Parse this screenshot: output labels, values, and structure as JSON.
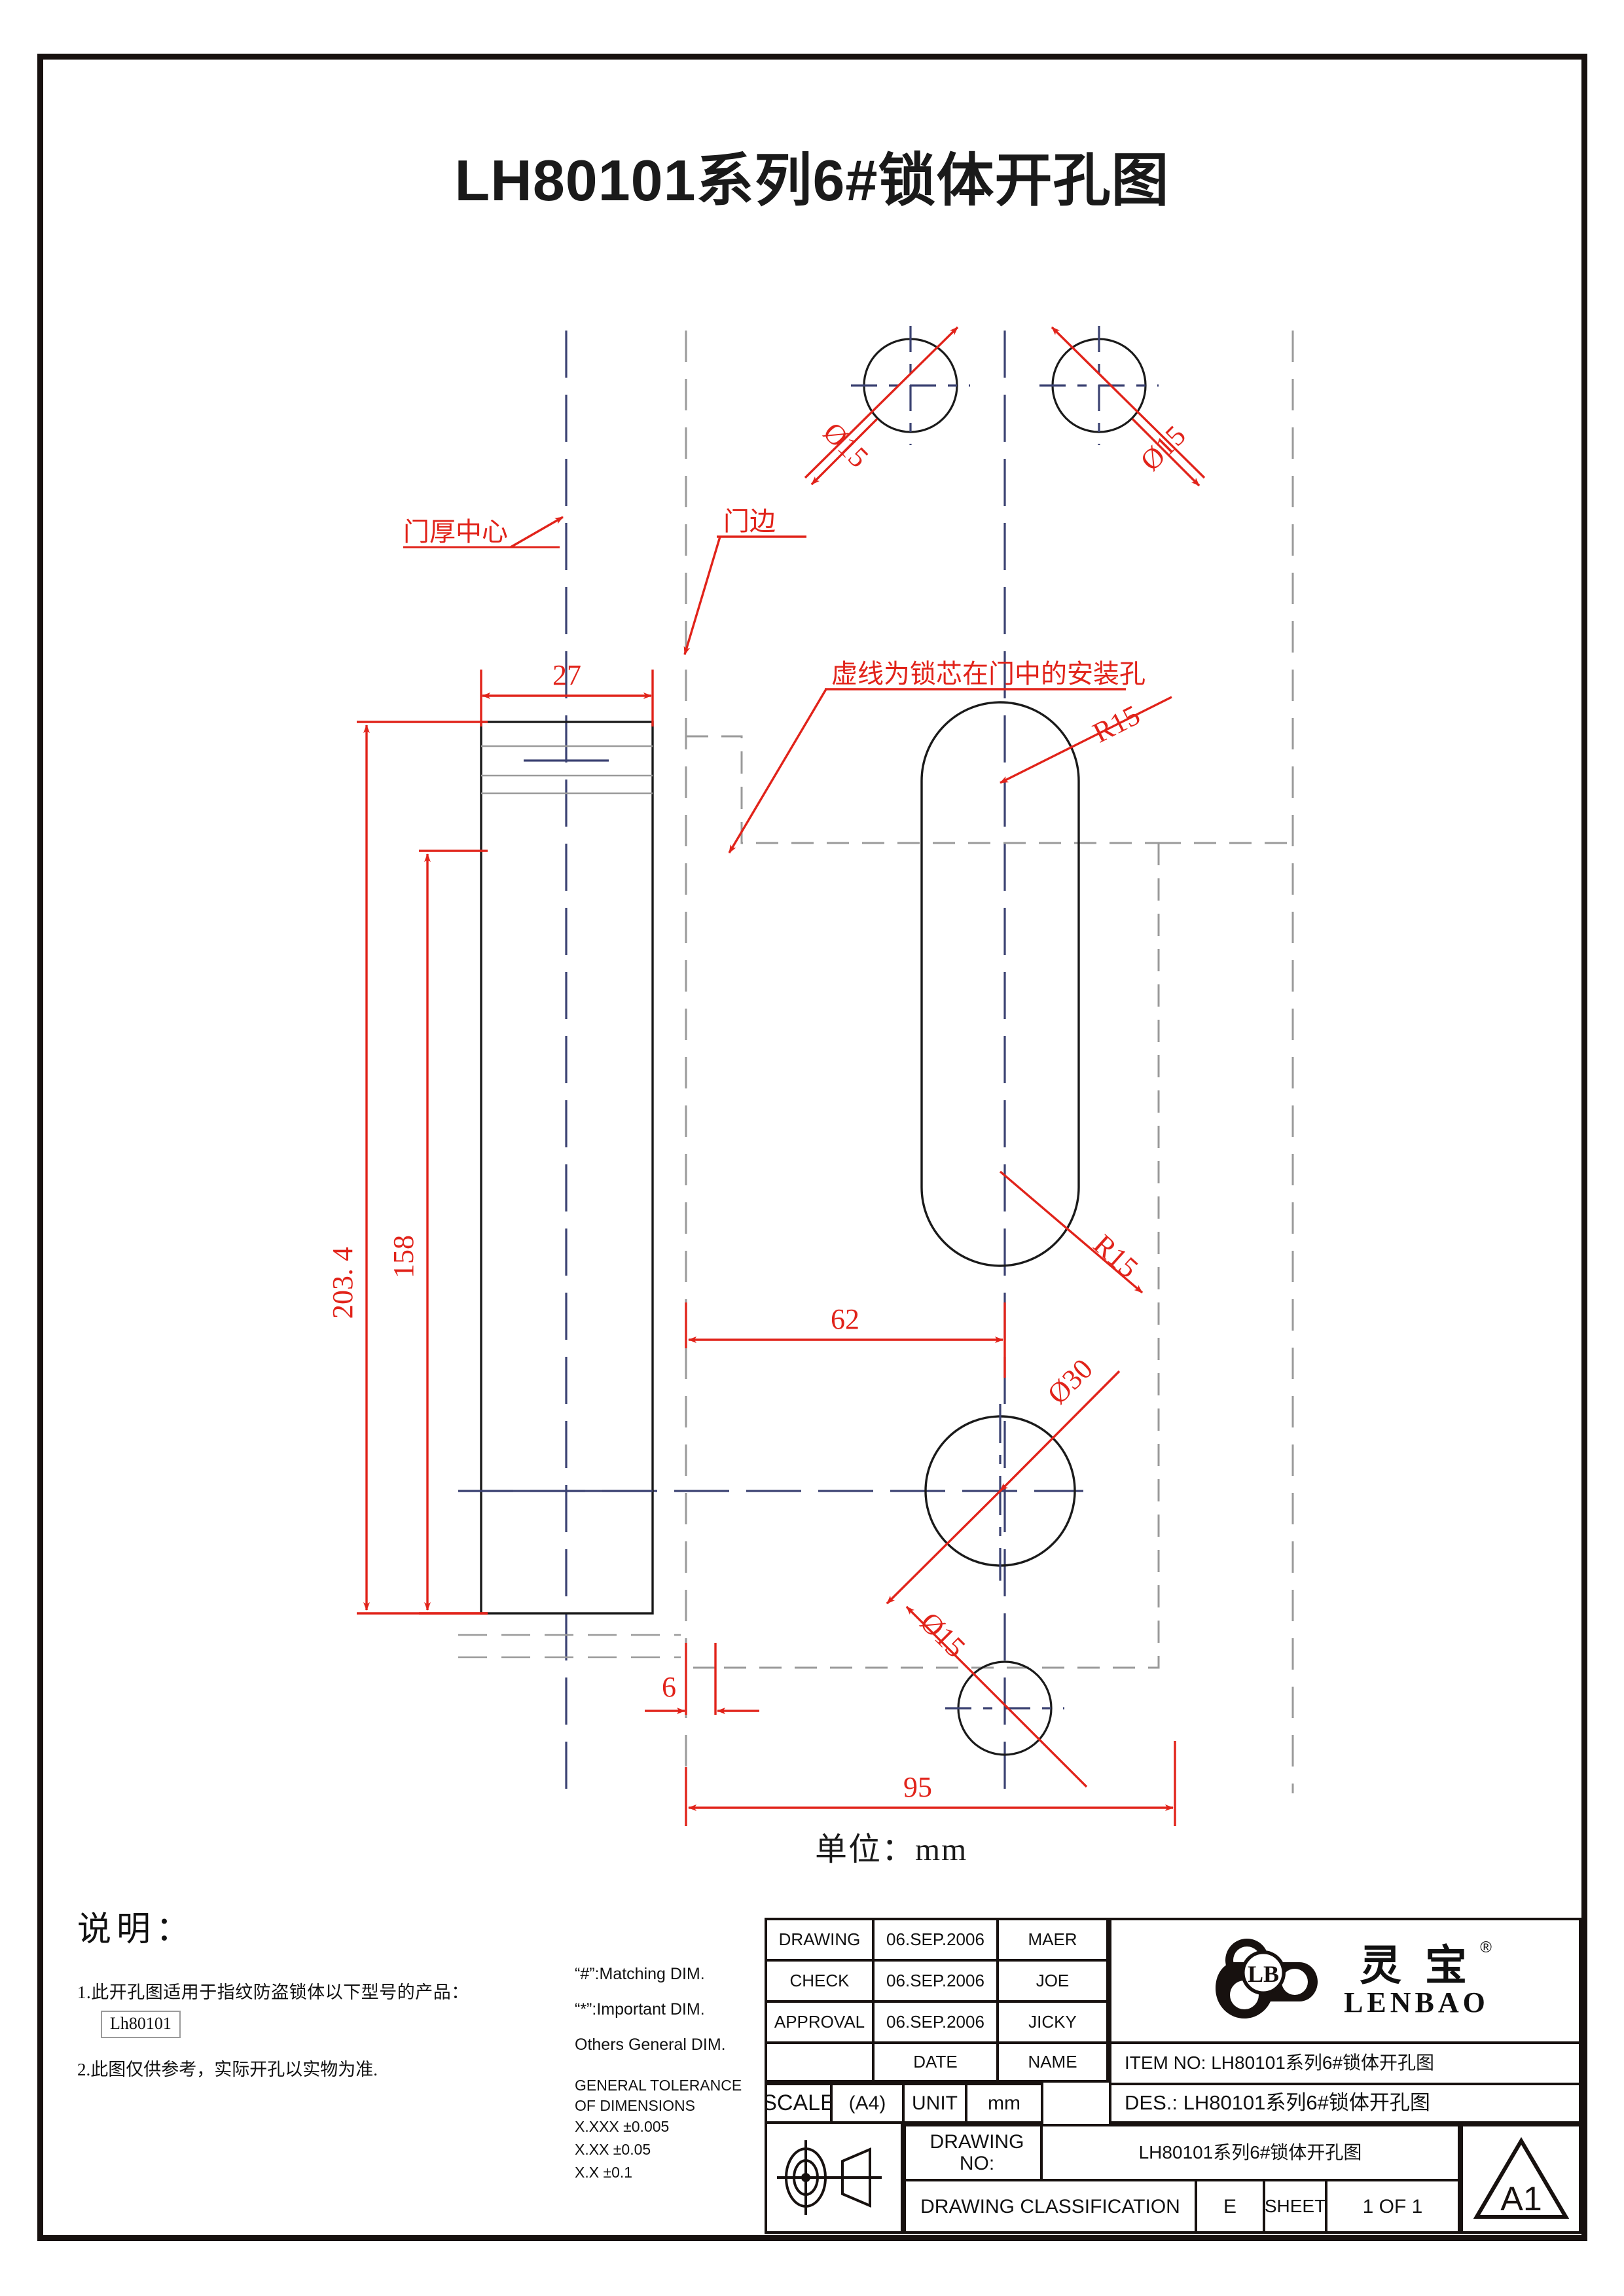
{
  "sheet": {
    "title": "LH80101系列6#锁体开孔图",
    "unit_note": "单位：mm"
  },
  "drawing": {
    "annotations": [
      {
        "name": "door-thickness-center",
        "text": "门厚中心"
      },
      {
        "name": "door-edge",
        "text": "门边"
      },
      {
        "name": "dashed-line-note",
        "text": "虚线为锁芯在门中的安装孔"
      }
    ],
    "dimensions": {
      "width_27": "27",
      "height_2034": "203. 4",
      "height_158": "158",
      "dist_62": "62",
      "dist_6": "6",
      "dist_95": "95",
      "hole_top_left": "Ø15",
      "hole_top_right": "Ø15",
      "hole_bottom": "Ø15",
      "hole_center": "Ø30",
      "radius_top": "R15",
      "radius_bottom": "R15"
    },
    "colors": {
      "dimension": "#e1231a",
      "outline": "#1a1a1a",
      "centerline": "#3b4272",
      "hidden": "#9a9a9a"
    }
  },
  "notes": {
    "heading": "说明：",
    "item1": "1.此开孔图适用于指纹防盗锁体以下型号的产品：",
    "model": "Lh80101",
    "item2": "2.此图仅供参考，实际开孔以实物为准."
  },
  "title_block": {
    "tolerance": {
      "line1": "“#”:Matching  DIM.",
      "line2": "“*”:Important  DIM.",
      "line3": "Others General  DIM.",
      "line4": "GENERAL TOLERANCE",
      "line5": "OF DIMENSIONS",
      "line6": "X.XXX   ±0.005",
      "line7": "X.XX     ±0.05",
      "line8": "X.X       ±0.1"
    },
    "rows": [
      {
        "label": "DRAWING",
        "date": "06.SEP.2006",
        "name": "MAER"
      },
      {
        "label": "CHECK",
        "date": "06.SEP.2006",
        "name": "JOE"
      },
      {
        "label": "APPROVAL",
        "date": "06.SEP.2006",
        "name": "JICKY"
      },
      {
        "label": "",
        "date": "DATE",
        "name": "NAME"
      }
    ],
    "scale_label": "SCALE",
    "scale_value": "(A4)",
    "unit_label": "UNIT",
    "unit_value": "mm",
    "drawing_no_label": "DRAWING NO:",
    "drawing_no_value": "LH80101系列6#锁体开孔图",
    "classification_label": "DRAWING CLASSIFICATION",
    "classification_value": "E",
    "sheet_label": "SHEET",
    "sheet_value": "1 OF 1",
    "item_no": "ITEM NO: LH80101系列6#锁体开孔图",
    "des": "DES.: LH80101系列6#锁体开孔图",
    "brand_cjk": "灵 宝",
    "brand_latin": "LENBAO",
    "brand_mark": "®",
    "logo_mono": "LB",
    "format": "A1"
  }
}
